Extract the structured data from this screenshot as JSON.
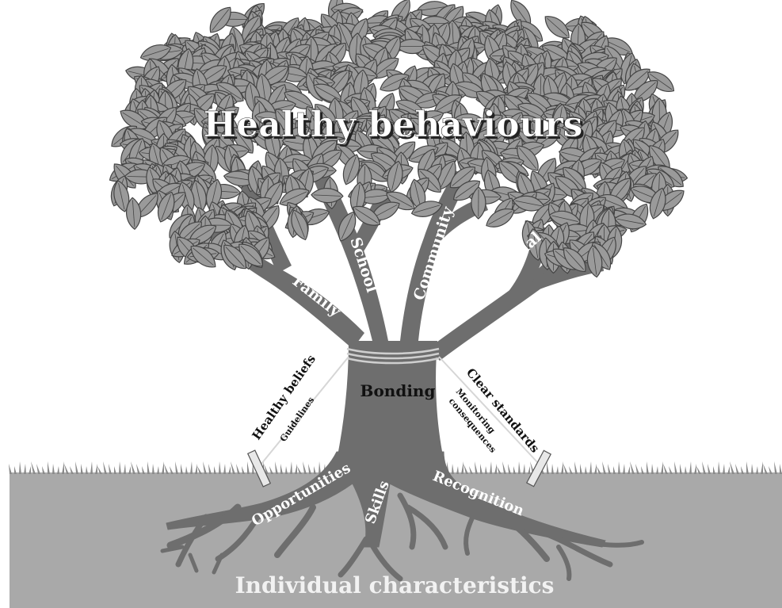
{
  "title": "Healthy behaviours",
  "branches": {
    "family": "Family",
    "school": "School",
    "community": "Community",
    "peer_individual": "Peer/Individual"
  },
  "trunk": {
    "bonding": "Bonding"
  },
  "stakes": {
    "left_main": "Healthy beliefs",
    "left_sub": "Guidelines",
    "right_main": "Clear standards",
    "right_sub_1": "Monitoring",
    "right_sub_2": "consequences"
  },
  "roots": {
    "opportunities": "Opportunities",
    "skills": "Skills",
    "recognition": "Recognition"
  },
  "ground_label": "Individual characteristics",
  "colors": {
    "leaf": "#9a9a9a",
    "leaf_edge": "#444444",
    "trunk": "#6e6e6e",
    "ground": "#a9a9a9",
    "grass": "#8a8a8a"
  }
}
